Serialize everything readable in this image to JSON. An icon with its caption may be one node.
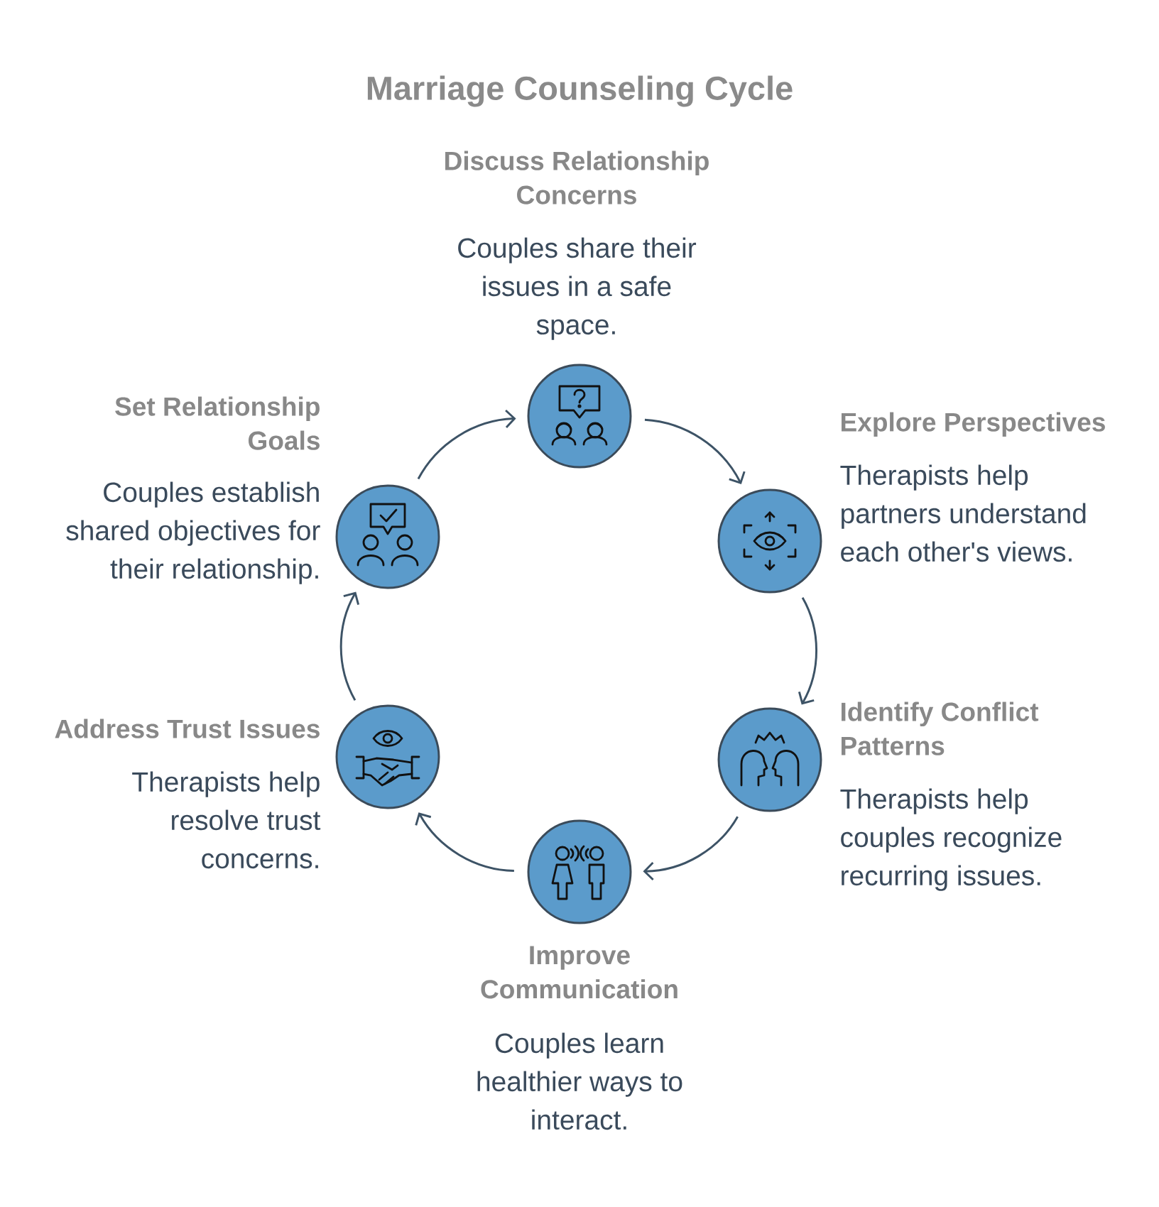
{
  "diagram": {
    "title": "Marriage Counseling Cycle",
    "nodes": [
      {
        "text": [
          "Discuss Relationship Concerns",
          "Couples share their issues in a safe space."
        ]
      },
      {
        "text": [
          "Explore Perspectives",
          "Therapists help partners understand each other's views."
        ]
      },
      {
        "text": [
          "Identify Conflict Patterns",
          "Therapists help couples recognize recurring issues."
        ]
      },
      {
        "text": [
          "Improve Communication",
          "Couples learn healthier ways to interact."
        ]
      },
      {
        "text": [
          "Address Trust Issues",
          "Therapists help resolve trust concerns."
        ]
      },
      {
        "text": [
          "Set Relationship Goals",
          "Couples establish shared objectives for their relationship."
        ]
      }
    ],
    "edges": [
      {
        "from": 0,
        "to": 1,
        "arrow": "to"
      },
      {
        "from": 1,
        "to": 2,
        "arrow": "to"
      },
      {
        "from": 2,
        "to": 3,
        "arrow": "to"
      },
      {
        "from": 3,
        "to": 4,
        "arrow": "to"
      },
      {
        "from": 4,
        "to": 5,
        "arrow": "to"
      },
      {
        "from": 5,
        "to": 0,
        "arrow": "to"
      }
    ]
  }
}
